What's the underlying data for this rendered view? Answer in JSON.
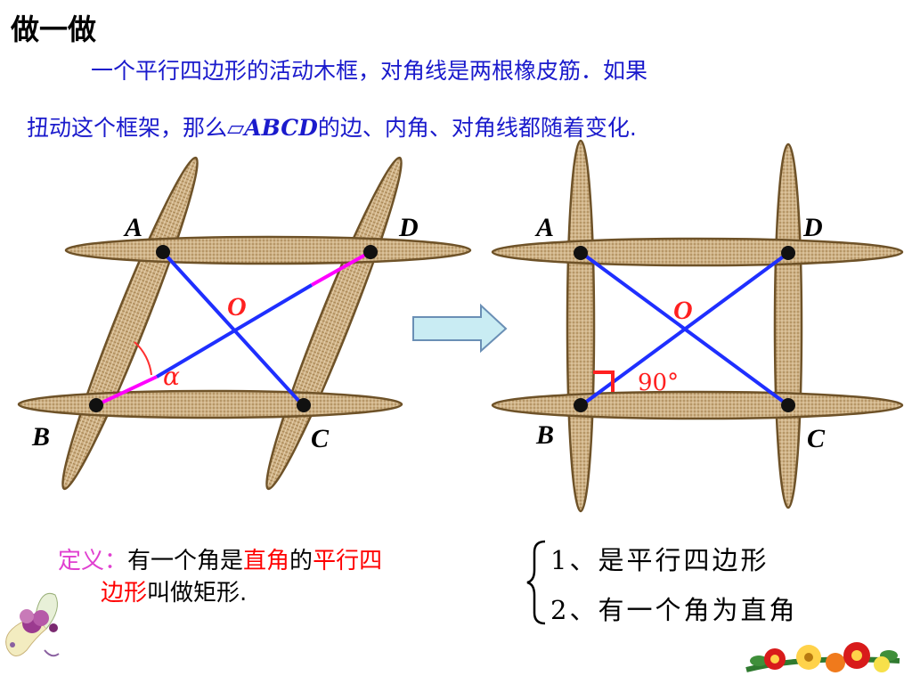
{
  "title": "做一做",
  "paragraph": {
    "line1": "一个平行四边形的活动木框，对角线是两根橡皮筋．如果",
    "line2_prefix": "扭动这个框架，那么",
    "parallelogram_symbol": "▱",
    "line2_name": "ABCD",
    "line2_suffix": "的边、内角、对角线都随着变化."
  },
  "left_figure": {
    "labels": {
      "a": "A",
      "b": "B",
      "c": "C",
      "d": "D",
      "o": "O"
    },
    "angle_symbol": "α"
  },
  "right_figure": {
    "labels": {
      "a": "A",
      "b": "B",
      "c": "C",
      "d": "D",
      "o": "O"
    },
    "angle_text": "90°"
  },
  "definition": {
    "label": "定义：",
    "part1": "有一个角是",
    "highlight1": "直角",
    "part2": "的",
    "highlight2a": "平行四",
    "highlight2b": "边形",
    "part3": "叫做矩形."
  },
  "conditions": {
    "item1": "1、是平行四边形",
    "item2": "2、有一个角为直角"
  },
  "colors": {
    "text_blue": "#1a1acc",
    "pink": "#e040d0",
    "red": "#ff0000",
    "diagonal_blue": "#1f2fff",
    "diagonal_pink": "#ff00ff",
    "stick_fill": "#c9a97c",
    "stick_border": "#7a5a30"
  }
}
